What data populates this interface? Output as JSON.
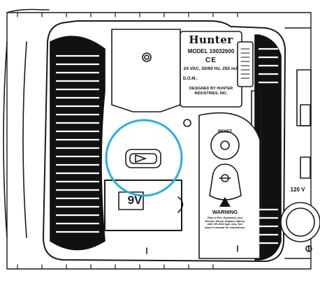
{
  "label": {
    "brand": "Hunter",
    "model": "MODEL 10032600",
    "ce_marks": "CE",
    "rating": "24 VAC, 50/60 Hz, 250 mA",
    "dom": "D.O.M.:",
    "designed_by": "DESIGNED BY HUNTER INDUSTRIES, INC."
  },
  "reset": {
    "label": "RESET"
  },
  "battery": {
    "label": "9V"
  },
  "warning": {
    "title": "WARNING",
    "text": "Risk of Fire, Explosion, and Electric Shock. Replace battery with CR-2032 type only. See owner's manual for instructions."
  },
  "voltage": {
    "label": "120 V"
  },
  "colors": {
    "highlight_ring": "#2aaee0",
    "outline": "#1a1a1a",
    "panel": "#ffffff"
  }
}
